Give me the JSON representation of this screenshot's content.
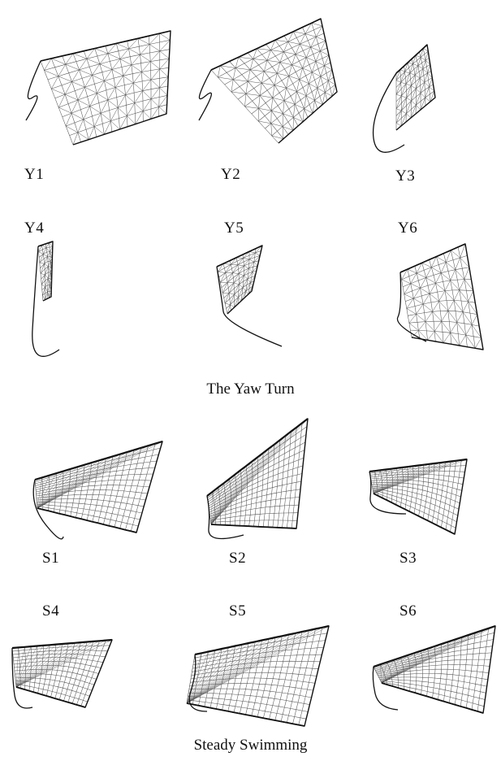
{
  "sections": {
    "yaw": {
      "caption": "The Yaw Turn",
      "labels": [
        "Y1",
        "Y2",
        "Y3",
        "Y4",
        "Y5",
        "Y6"
      ]
    },
    "steady": {
      "caption": "Steady Swimming",
      "labels": [
        "S1",
        "S2",
        "S3",
        "S4",
        "S5",
        "S6"
      ]
    }
  },
  "colors": {
    "ink": "#111111",
    "mesh": "#555555"
  }
}
